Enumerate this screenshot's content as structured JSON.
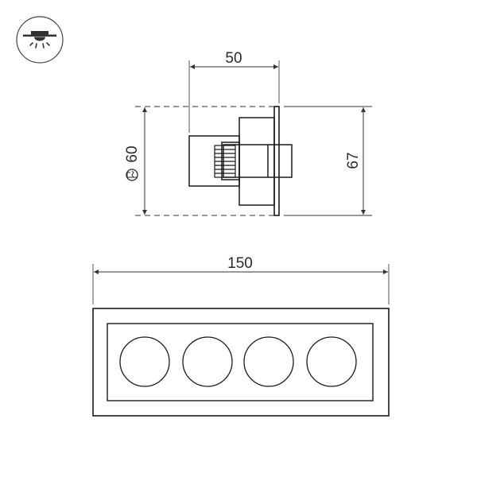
{
  "icon": {
    "name": "ceiling-recessed-mount-icon"
  },
  "side_view": {
    "depth_label": "50",
    "cutout_label": "60",
    "height_label": "67",
    "cutout_symbol": "cutout-hole-symbol"
  },
  "front_view": {
    "width_label": "150",
    "led_count": 4
  },
  "colors": {
    "line": "#1a1a1a",
    "dim_line": "#333333",
    "background": "#ffffff"
  }
}
